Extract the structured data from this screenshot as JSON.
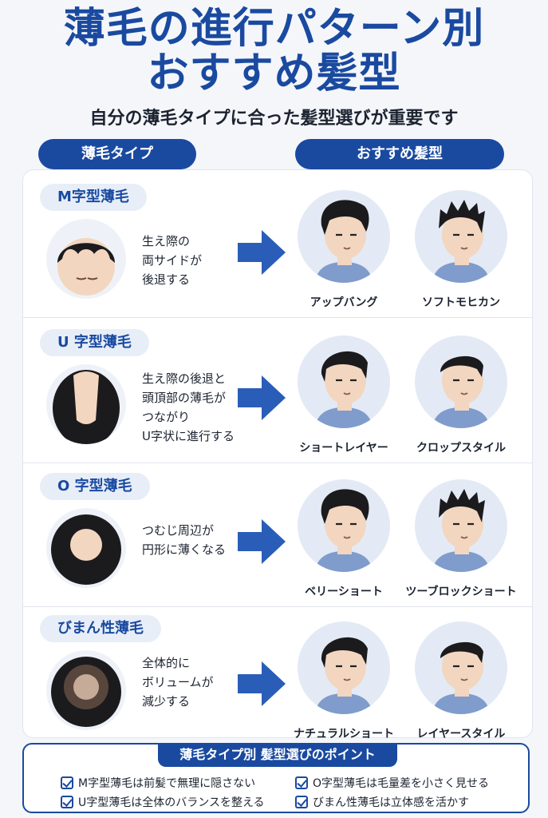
{
  "title_line1": "薄毛の進行パターン別",
  "title_line2": "おすすめ髪型",
  "subtitle": "自分の薄毛タイプに合った髪型選びが重要です",
  "col_left": "薄毛タイプ",
  "col_right": "おすすめ髪型",
  "rows": [
    {
      "type": "M字型薄毛",
      "desc": [
        "生え際の",
        "両サイドが",
        "後退する"
      ],
      "hair1": "アップバング",
      "hair2": "ソフトモヒカン",
      "head_icon": "m-shape-head-icon"
    },
    {
      "type": "U 字型薄毛",
      "desc": [
        "生え際の後退と",
        "頭頂部の薄毛が",
        "つながり",
        "U字状に進行する"
      ],
      "hair1": "ショートレイヤー",
      "hair2": "クロップスタイル",
      "head_icon": "u-shape-head-icon"
    },
    {
      "type": "O 字型薄毛",
      "desc": [
        "つむじ周辺が",
        "円形に薄くなる"
      ],
      "hair1": "ベリーショート",
      "hair2": "ツーブロックショート",
      "head_icon": "o-shape-head-icon"
    },
    {
      "type": "びまん性薄毛",
      "desc": [
        "全体的に",
        "ボリュームが",
        "減少する"
      ],
      "hair1": "ナチュラルショート",
      "hair2": "レイヤースタイル",
      "head_icon": "diffuse-head-icon"
    }
  ],
  "points_title": "薄毛タイプ別 髪型選びのポイント",
  "points": [
    "M字型薄毛は前髪で無理に隠さない",
    "O字型薄毛は毛量差を小さく見せる",
    "U字型薄毛は全体のバランスを整える",
    "びまん性薄毛は立体感を活かす"
  ],
  "colors": {
    "accent": "#1a4aa0",
    "arrow": "#2a5db8",
    "hair": "#1b1b1e",
    "skin": "#f3d6bf"
  }
}
